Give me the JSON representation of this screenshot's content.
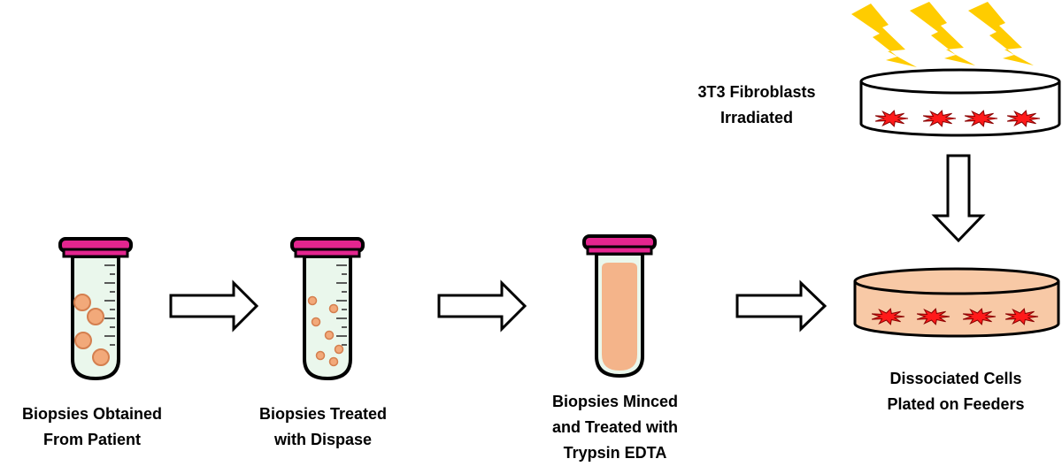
{
  "steps": [
    {
      "line1": "Biopsies Obtained",
      "line2": "From Patient"
    },
    {
      "line1": "Biopsies Treated",
      "line2": "with Dispase"
    },
    {
      "line1": "Biopsies Minced",
      "line2": "and Treated with",
      "line3": "Trypsin EDTA"
    },
    {
      "line1": "Dissociated Cells",
      "line2": "Plated on Feeders"
    }
  ],
  "feeder": {
    "line1": "3T3 Fibroblasts",
    "line2": "Irradiated"
  },
  "colors": {
    "cap": "#e4258f",
    "cap_outline": "#000000",
    "tube_fill": "#eaf7ec",
    "biopsy": "#f2a97a",
    "minced_fill": "#f4b48a",
    "dish_fill_plain": "#ffffff",
    "dish_fill_media": "#f8c9a6",
    "cell": "#ff1a1a",
    "cell_outline": "#8a0000",
    "lightning": "#ffcc00",
    "arrow_fill": "#ffffff"
  },
  "icons": [
    "test-tube-icon",
    "right-arrow-icon",
    "down-arrow-icon",
    "petri-dish-icon",
    "lightning-bolt-icon",
    "fibroblast-cell-icon"
  ]
}
